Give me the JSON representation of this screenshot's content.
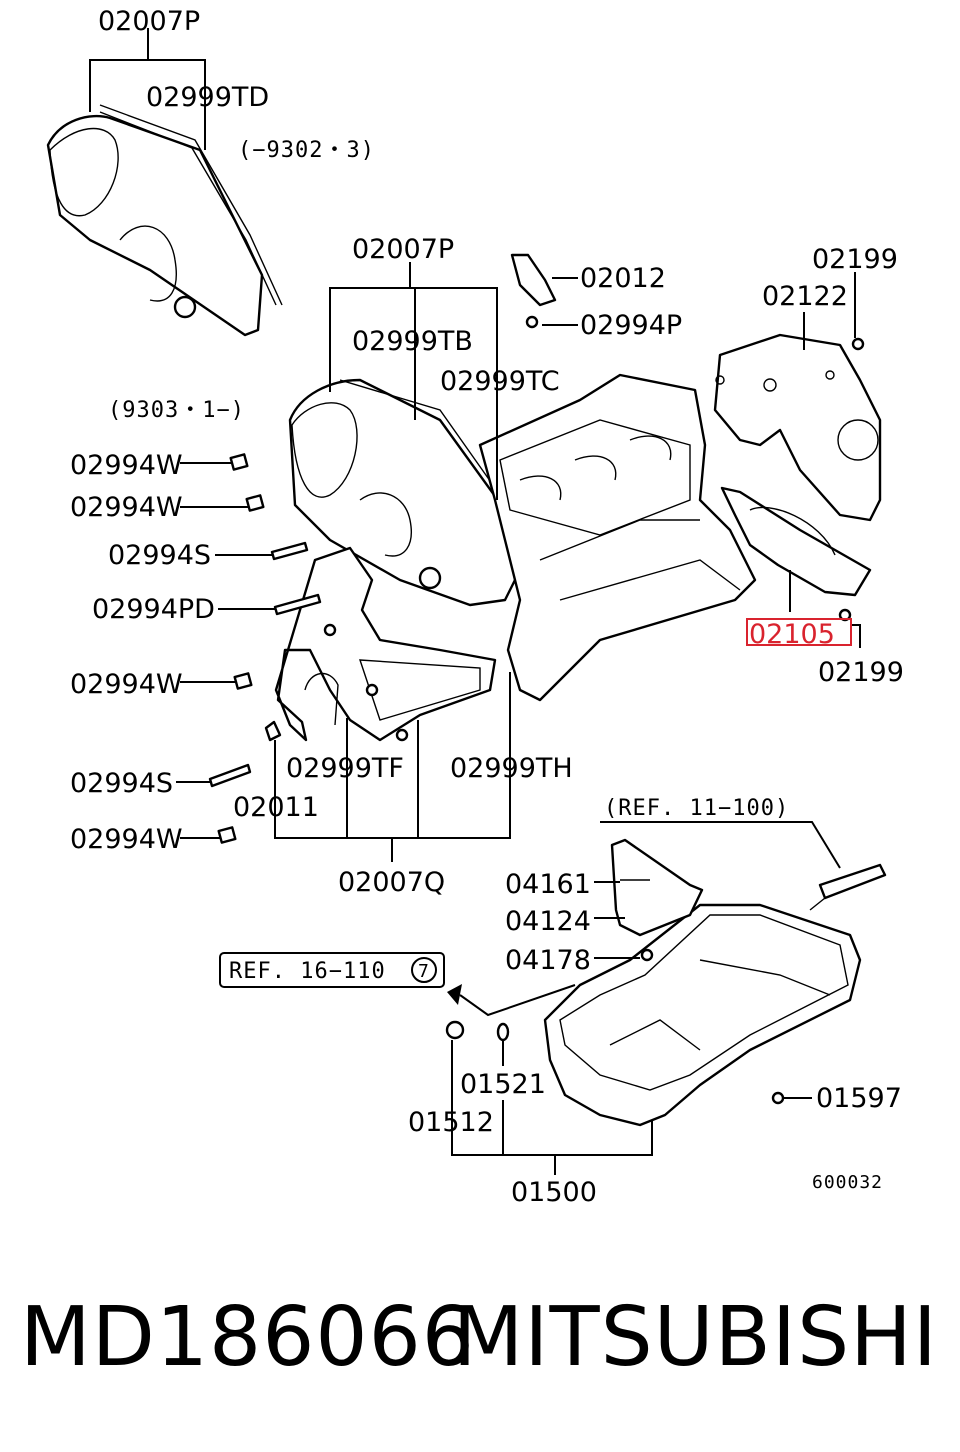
{
  "labels": {
    "l02007P_top": "02007P",
    "l02999TD": "02999TD",
    "l9302": "(−9302・3)",
    "l02007P_mid": "02007P",
    "l02012": "02012",
    "l02994P": "02994P",
    "l02199_top": "02199",
    "l02122": "02122",
    "l02999TB": "02999TB",
    "l02999TC": "02999TC",
    "l9303": "(9303・1−)",
    "l02994W_1": "02994W",
    "l02994W_2": "02994W",
    "l02994S_1": "02994S",
    "l02994PD": "02994PD",
    "l02994W_3": "02994W",
    "l02105": "02105",
    "l02199_bot": "02199",
    "l02999TF": "02999TF",
    "l02999TH": "02999TH",
    "l02994S_2": "02994S",
    "l02011": "02011",
    "l02994W_4": "02994W",
    "l02007Q": "02007Q",
    "ref11": "(REF. 11−100)",
    "l04161": "04161",
    "l04124": "04124",
    "l04178": "04178",
    "ref16": "REF. 16−110",
    "ref16_num": "7",
    "l01521": "01521",
    "l01512": "01512",
    "l01597": "01597",
    "l01500": "01500",
    "diagram_code": "600032"
  },
  "footer": {
    "part_number": "MD186066",
    "brand": "MITSUBISHI"
  },
  "colors": {
    "highlight": "#d9232e",
    "ink": "#000000",
    "background": "#ffffff"
  }
}
